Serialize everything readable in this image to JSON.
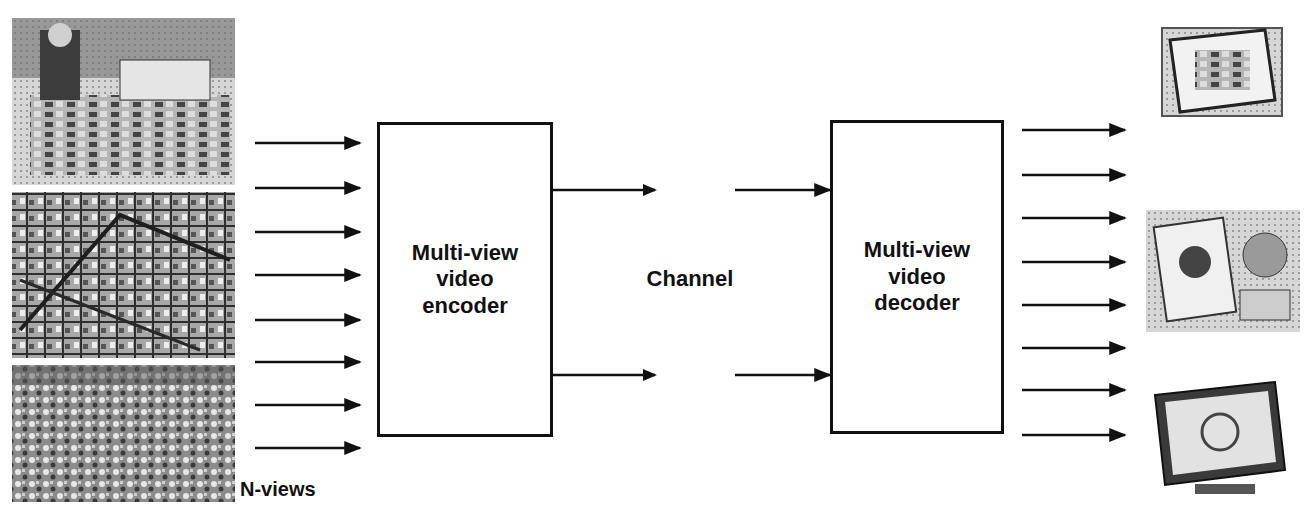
{
  "diagram": {
    "nodes": [
      {
        "text": [
          "Multi-view video encoder"
        ]
      },
      {
        "text": [
          "Multi-view video decoder"
        ]
      }
    ],
    "edges": [
      {
        "from": 0,
        "to": 1,
        "arrow": "to"
      },
      {
        "from": 0,
        "to": 1,
        "arrow": "to"
      }
    ],
    "labels": [
      "Channel",
      "N-views"
    ]
  }
}
